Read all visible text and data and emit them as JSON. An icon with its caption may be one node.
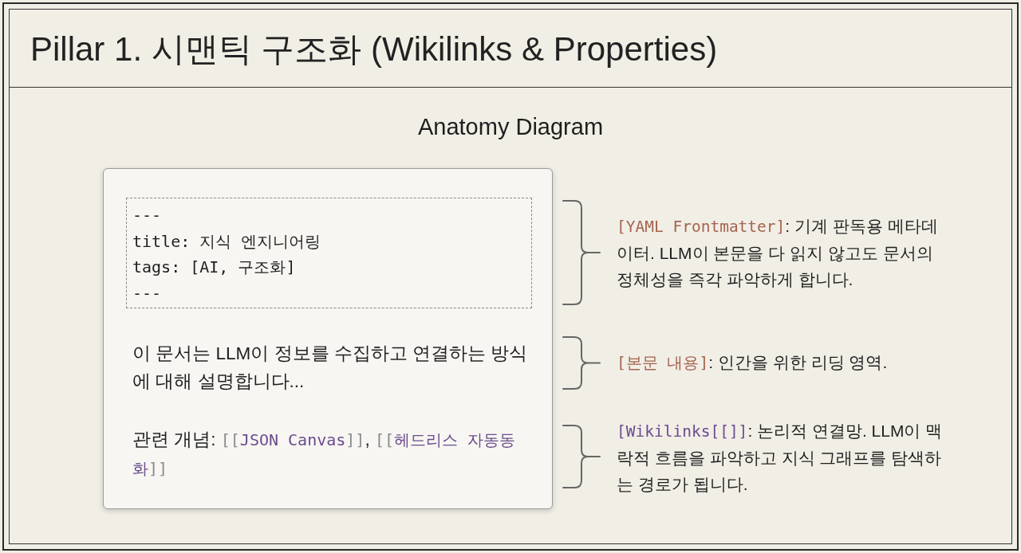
{
  "diagram": {
    "title": "Pillar 1. 시맨틱 구조화 (Wikilinks & Properties)",
    "nodes": [
      {
        "text": [
          "이 문서는 LLM이 정보를 수집하고 연결하는 방식에 대해 설명합니다...",
          "관련 개념: [[JSON Canvas]], [[헤드리스 자동동화]]"
        ]
      },
      {
        "text": [
          "---",
          "title: 지식 엔지니어링",
          "tags: [AI, 구조화]",
          "---"
        ],
        "in": 0
      }
    ],
    "labels": [
      "Anatomy Diagram",
      "[YAML Frontmatter]: 기계 판독용 메타데이터. LLM이 본문을 다 읽지 않고도 문서의 정체성을 즉각 파악하게 합니다.",
      "[본문 내용]: 인간을 위한 리딩 영역.",
      "[Wikilinks[[]]: 논리적 연결망. LLM이 맥락적 흐름을 파악하고 지식 그래프를 탐색하는 경로가 됩니다."
    ]
  }
}
